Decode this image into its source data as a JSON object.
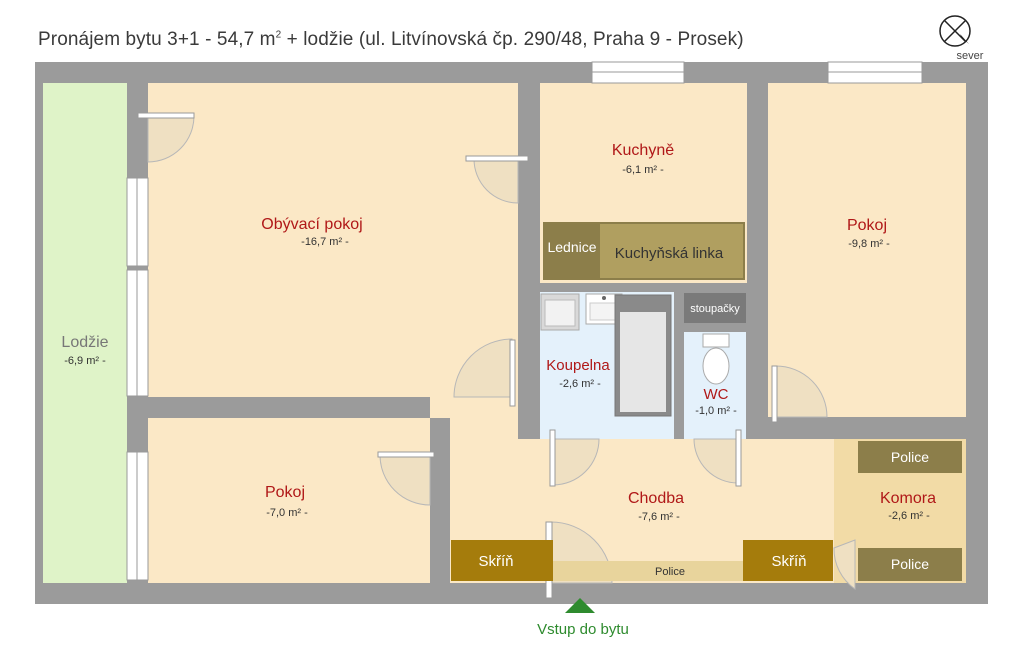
{
  "title": {
    "prefix": "Pronájem bytu 3+1 - 54,7 m",
    "sup": "2",
    "suffix": " + lodžie (ul. Litvínovská čp. 290/48, Praha 9 - Prosek)"
  },
  "north": {
    "label": "sever"
  },
  "rooms": {
    "obyvaci": {
      "name": "Obývací pokoj",
      "area": "-16,7 m² -"
    },
    "kuchyne": {
      "name": "Kuchyně",
      "area": "-6,1 m² -"
    },
    "pokoj_right": {
      "name": "Pokoj",
      "area": "-9,8 m² -"
    },
    "lodzie": {
      "name": "Lodžie",
      "area": "-6,9 m² -"
    },
    "koupelna": {
      "name": "Koupelna",
      "area": "-2,6 m² -"
    },
    "wc": {
      "name": "WC",
      "area": "-1,0 m² -"
    },
    "pokoj_left": {
      "name": "Pokoj",
      "area": "-7,0 m² -"
    },
    "chodba": {
      "name": "Chodba",
      "area": "-7,6 m² -"
    },
    "komora": {
      "name": "Komora",
      "area": "-2,6 m² -"
    }
  },
  "furniture": {
    "lednice": "Lednice",
    "linka": "Kuchyňská linka",
    "stoupacky": "stoupačky",
    "skrin_left": "Skříň",
    "skrin_right": "Skříň",
    "police_chodba": "Police",
    "police_top": "Police",
    "police_bottom": "Police"
  },
  "entrance": {
    "label": "Vstup do bytu"
  },
  "colors": {
    "wall": "#9b9b9b",
    "room": "#fbe8c6",
    "lodzie": "#dff3c8",
    "bathroom": "#e4f1fb",
    "wood": "#a57c0c",
    "olive": "#8c7e4a",
    "komora": "#f2dba6",
    "room_label": "#b01818",
    "entrance": "#2e8b2e"
  }
}
